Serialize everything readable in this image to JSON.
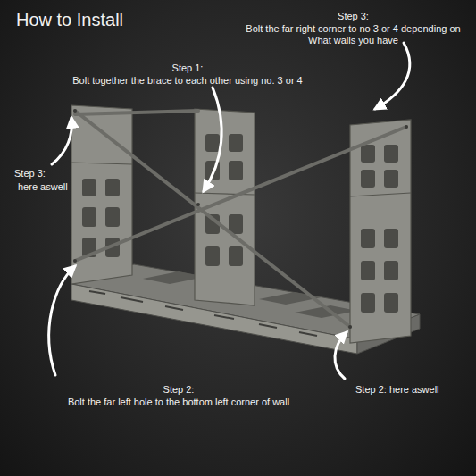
{
  "diagram": {
    "title": "How to Install",
    "labels": [
      "Step 3:",
      "Bolt the far right corner to no 3 or 4 depending on What walls you have",
      "Step 1:",
      "Bolt together the brace to each other using no. 3 or 4",
      "Step 3:",
      "here aswell",
      "Step 2:",
      "Bolt the far left hole to the bottom left corner of wall",
      "Step 2: here aswell"
    ]
  }
}
